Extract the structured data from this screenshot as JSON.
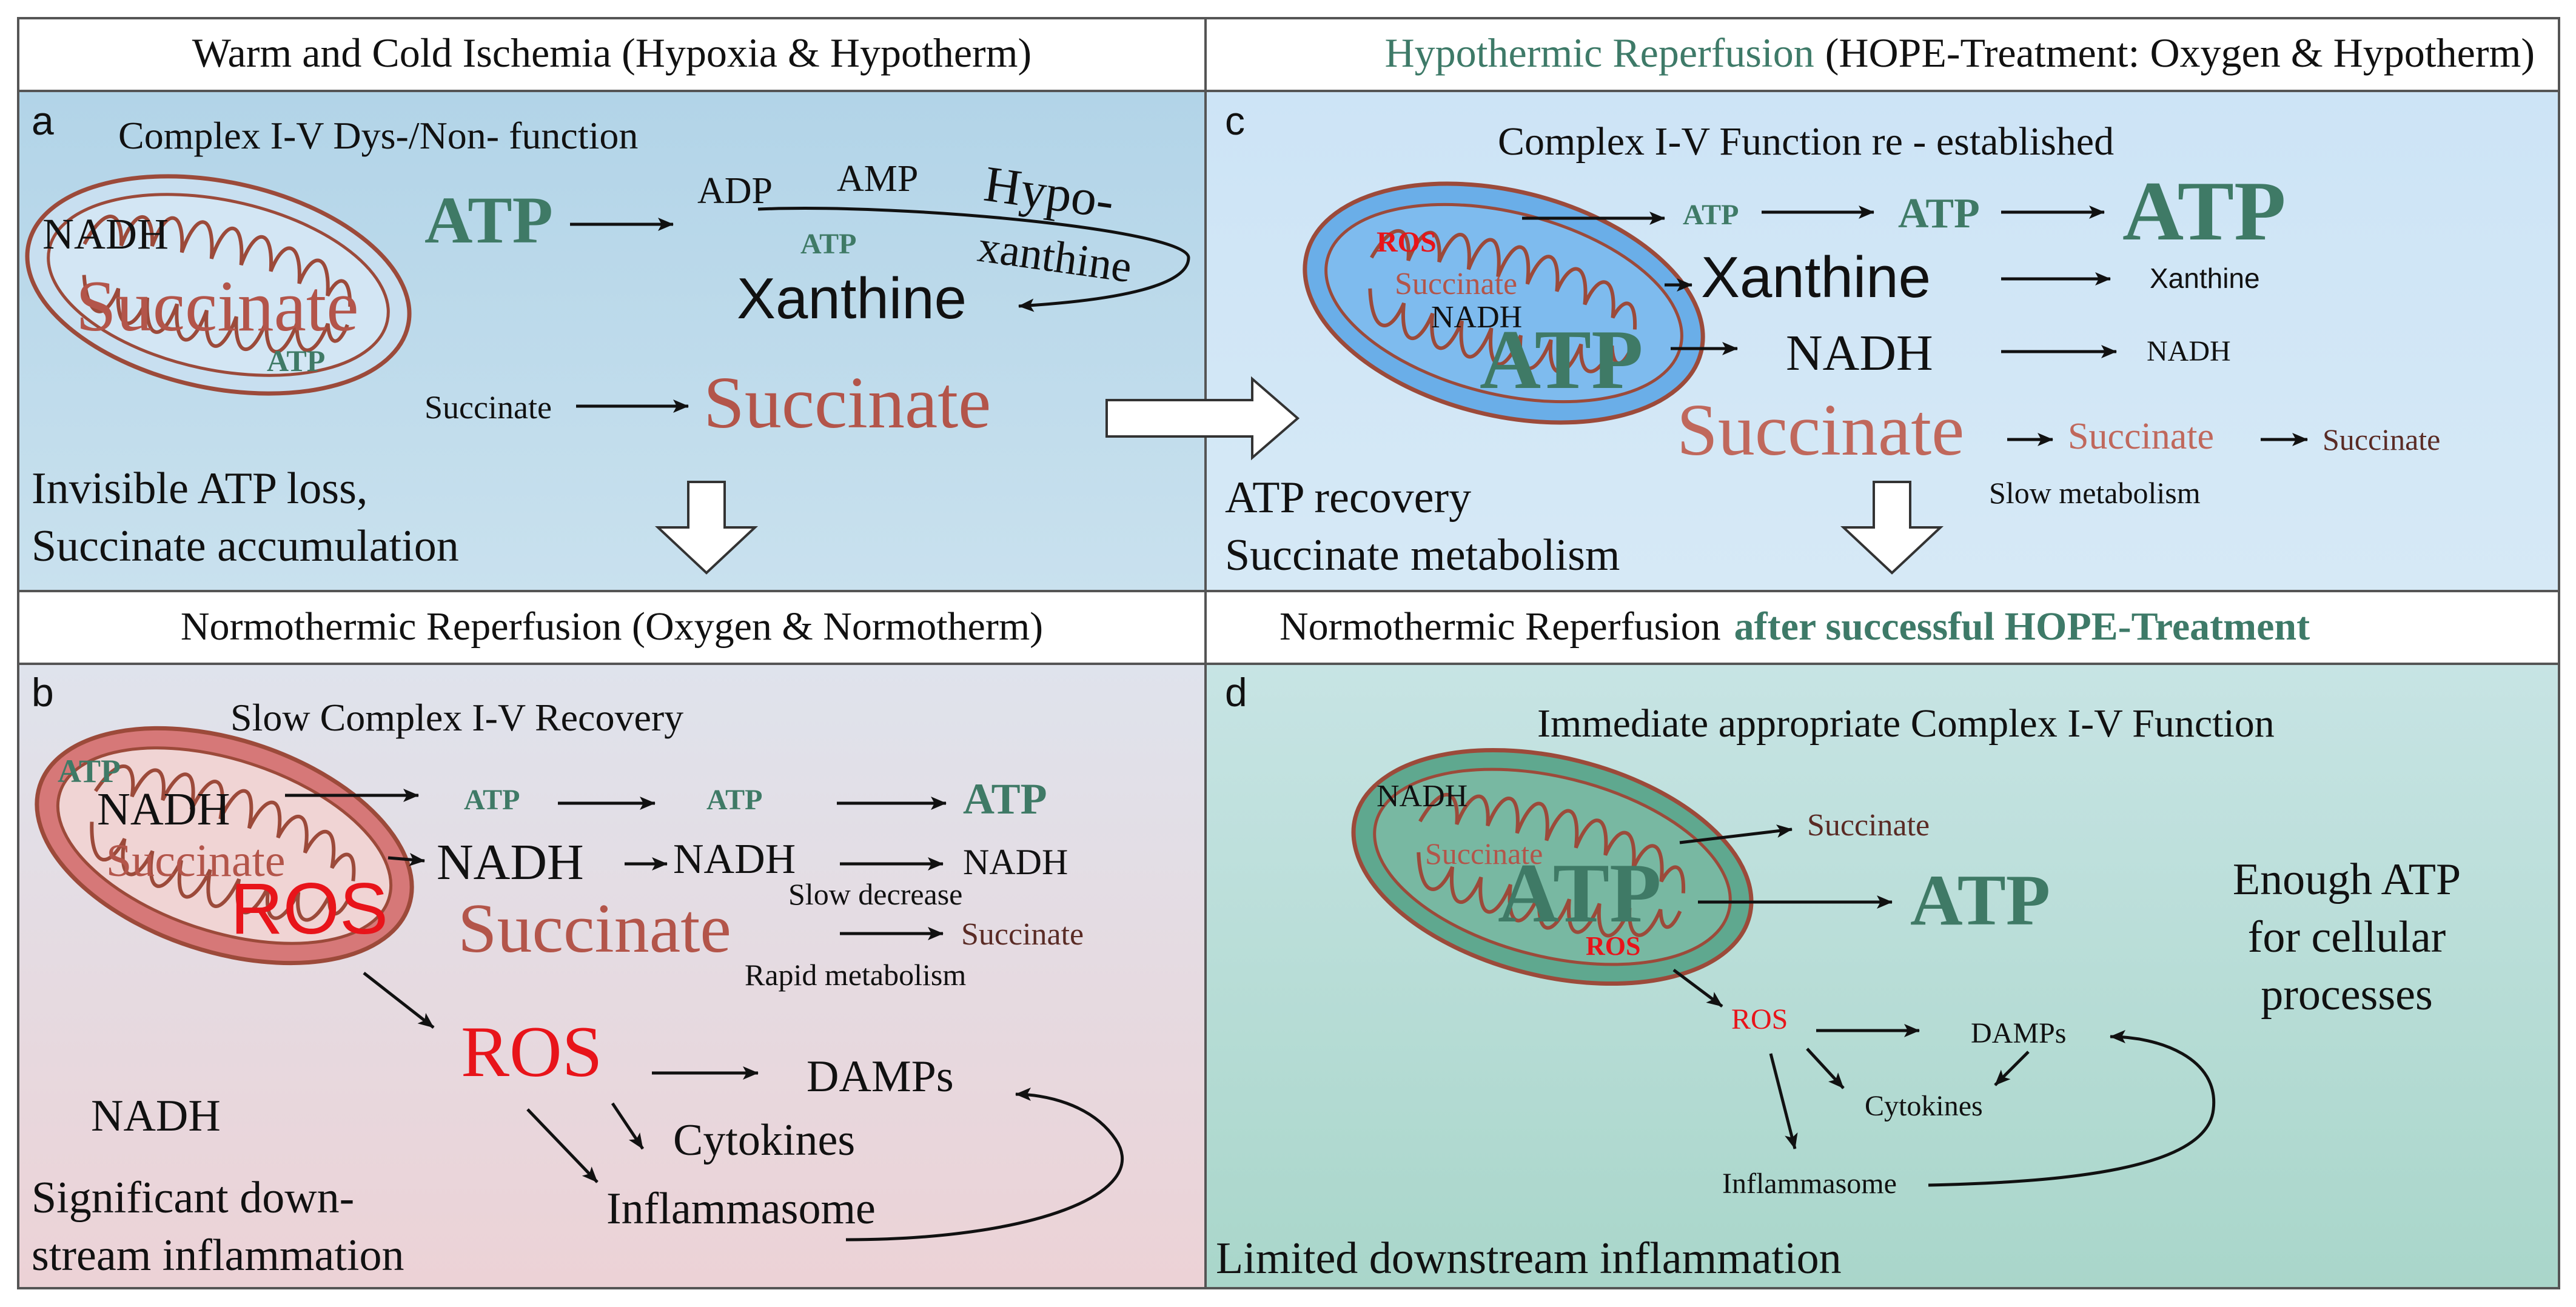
{
  "colors": {
    "atp_green": "#3f7a66",
    "succinate_red": "#b3554a",
    "ros_red": "#e8141a",
    "header_green": "#3e7a68",
    "membrane": "#9c4a3a"
  },
  "headers": {
    "top_left": "Warm and Cold Ischemia (Hypoxia & Hypotherm)",
    "top_right_green": "Hypothermic Reperfusion",
    "top_right_black": "(HOPE-Treatment: Oxygen & Hypotherm)",
    "bottom_left": "Normothermic Reperfusion (Oxygen & Normotherm)",
    "bottom_right_black": "Normothermic Reperfusion",
    "bottom_right_green": "after successful HOPE-Treatment"
  },
  "panel_a": {
    "letter": "a",
    "subtitle": "Complex I-V Dys-/Non- function",
    "mito_nadh": "NADH",
    "mito_succinate": "Succinate",
    "mito_atp": "ATP",
    "atp": "ATP",
    "adp": "ADP",
    "amp": "AMP",
    "atp_small": "ATP",
    "hypo": "Hypo-",
    "xanthine_word": "xanthine",
    "xanthine": "Xanthine",
    "succinate_small": "Succinate",
    "succinate_big": "Succinate",
    "caption_1": "Invisible ATP loss,",
    "caption_2": "Succinate accumulation"
  },
  "panel_b": {
    "letter": "b",
    "subtitle": "Slow Complex I-V Recovery",
    "mito_atp": "ATP",
    "mito_nadh": "NADH",
    "mito_succinate": "Succinate",
    "mito_ros": "ROS",
    "atp1": "ATP",
    "atp2": "ATP",
    "atp3": "ATP",
    "nadh1": "NADH",
    "nadh2": "NADH",
    "nadh3": "NADH",
    "slow_decrease": "Slow decrease",
    "succinate_big": "Succinate",
    "succinate_small": "Succinate",
    "rapid_metabolism": "Rapid metabolism",
    "ros": "ROS",
    "damps": "DAMPs",
    "cytokines": "Cytokines",
    "inflammasome": "Inflammasome",
    "nadh_left": "NADH",
    "caption_1": "Significant down-",
    "caption_2": "stream inflammation"
  },
  "panel_c": {
    "letter": "c",
    "subtitle": "Complex I-V Function re - established",
    "mito_ros": "ROS",
    "mito_succinate": "Succinate",
    "mito_nadh": "NADH",
    "mito_atp": "ATP",
    "atp1": "ATP",
    "atp2": "ATP",
    "atp3": "ATP",
    "xanthine1": "Xanthine",
    "xanthine2": "Xanthine",
    "nadh1": "NADH",
    "nadh2": "NADH",
    "succinate1": "Succinate",
    "succinate2": "Succinate",
    "succinate3": "Succinate",
    "slow_metabolism": "Slow metabolism",
    "caption_1": "ATP recovery",
    "caption_2": "Succinate metabolism"
  },
  "panel_d": {
    "letter": "d",
    "subtitle": "Immediate appropriate  Complex I-V Function",
    "mito_nadh": "NADH",
    "mito_succinate": "Succinate",
    "mito_atp": "ATP",
    "mito_ros": "ROS",
    "succinate": "Succinate",
    "atp": "ATP",
    "ros": "ROS",
    "damps": "DAMPs",
    "cytokines": "Cytokines",
    "inflammasome": "Inflammasome",
    "enough_1": "Enough ATP",
    "enough_2": "for cellular",
    "enough_3": "processes",
    "caption": "Limited downstream inflammation"
  }
}
